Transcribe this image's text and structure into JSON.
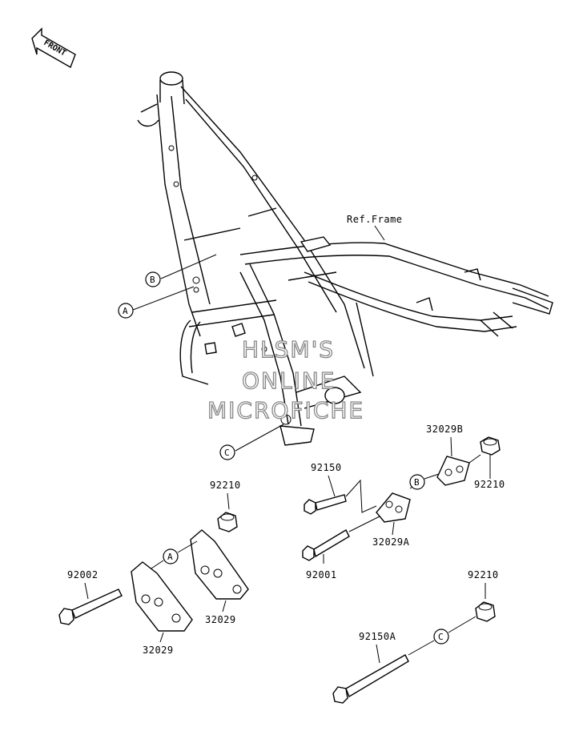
{
  "front_badge": "FRONT",
  "ref_label": "Ref.Frame",
  "watermark": [
    "HLSM'S",
    "ONLINE",
    "MICROFICHE"
  ],
  "callouts": {
    "a": "A",
    "b": "B",
    "c": "C"
  },
  "parts": {
    "p92150": "92150",
    "p92001": "92001",
    "p32029A": "32029A",
    "p32029B": "32029B",
    "p92210_top_right": "92210",
    "p92210_left": "92210",
    "p92210_bottom_right": "92210",
    "p92150A": "92150A",
    "p92002": "92002",
    "p32029_right": "32029",
    "p32029_left": "32029"
  }
}
